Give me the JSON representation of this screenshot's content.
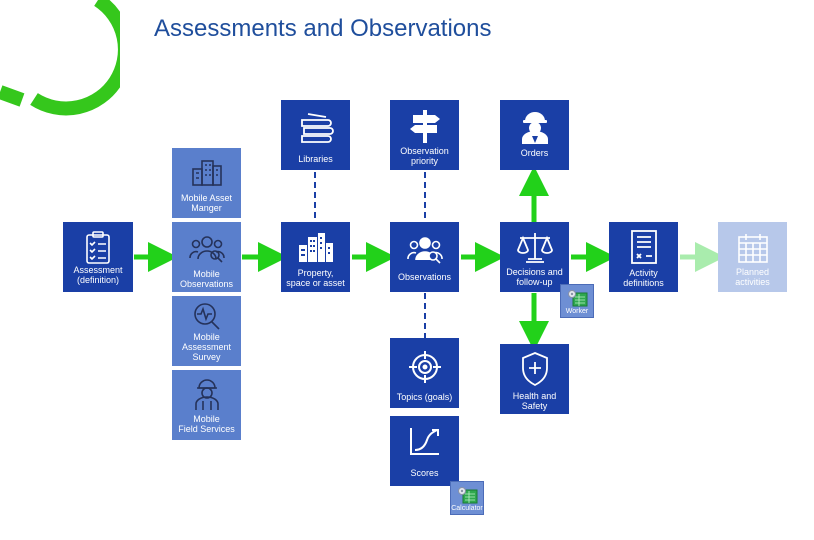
{
  "title": "Assessments and Observations",
  "colors": {
    "dark_box": "#1a3fa6",
    "light_box": "#5a7fcc",
    "faded_box": "#b7c8ea",
    "arrow": "#22d11a",
    "faded_arrow": "#a9ecad",
    "title": "#1f4e9c",
    "deco_ring": "#35c71c"
  },
  "nodes": {
    "assessment": {
      "label": "Assessment\n(definition)",
      "icon": "checklist-icon"
    },
    "mobile_asset_manager": {
      "label": "Mobile Asset\nManger",
      "icon": "buildings-icon"
    },
    "mobile_observations": {
      "label": "Mobile\nObservations",
      "icon": "people-search-icon"
    },
    "mobile_assessment_survey": {
      "label": "Mobile\nAssessment\nSurvey",
      "icon": "pulse-search-icon"
    },
    "mobile_field_services": {
      "label": "Mobile\nField Services",
      "icon": "field-worker-icon"
    },
    "libraries": {
      "label": "Libraries",
      "icon": "books-icon"
    },
    "property": {
      "label": "Property,\nspace or asset",
      "icon": "city-icon"
    },
    "observation_priority": {
      "label": "Observation\npriority",
      "icon": "signpost-icon"
    },
    "observations": {
      "label": "Observations",
      "icon": "people-search-icon"
    },
    "topics": {
      "label": "Topics (goals)",
      "icon": "target-icon"
    },
    "scores": {
      "label": "Scores",
      "icon": "trend-chart-icon"
    },
    "orders": {
      "label": "Orders",
      "icon": "hard-hat-worker-icon"
    },
    "decisions": {
      "label": "Decisions and\nfollow-up",
      "icon": "scales-icon"
    },
    "health_safety": {
      "label": "Health and\nSafety",
      "icon": "shield-plus-icon"
    },
    "activity_definitions": {
      "label": "Activity\ndefinitions",
      "icon": "document-form-icon"
    },
    "planned_activities": {
      "label": "Planned\nactivities",
      "icon": "calendar-icon"
    }
  },
  "badges": {
    "worker": {
      "label": "Worker",
      "icon": "gear-sheet-icon"
    },
    "calculator": {
      "label": "Calculator",
      "icon": "gear-sheet-icon"
    }
  }
}
